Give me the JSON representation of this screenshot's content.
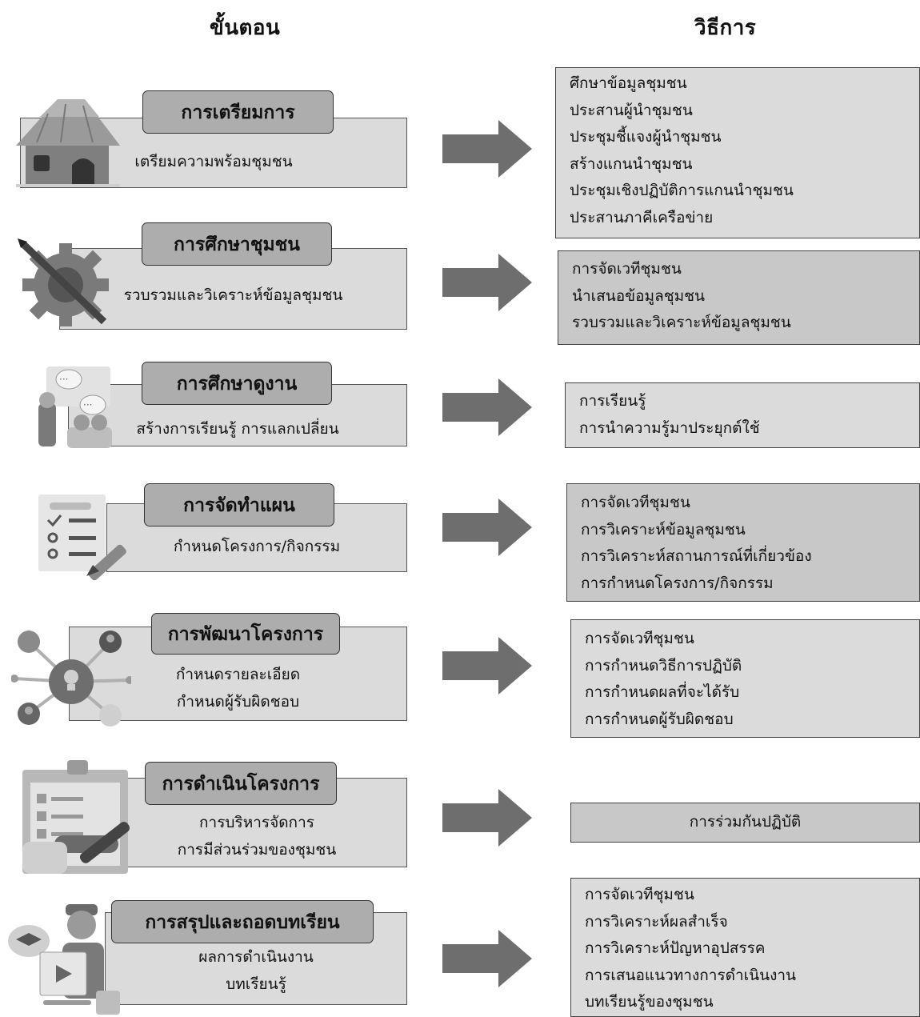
{
  "headers": {
    "steps": "ขั้นตอน",
    "methods": "วิธีการ"
  },
  "steps": [
    {
      "title": "การเตรียมการ",
      "desc": [
        "เตรียมความพร้อมชุมชน"
      ],
      "illustration": "village-hut-icon",
      "methods": [
        "ศึกษาข้อมูลชุมชน",
        "ประสานผู้นำชุมชน",
        "ประชุมชี้แจงผู้นำชุมชน",
        "สร้างแกนนำชุมชน",
        "ประชุมเชิงปฏิบัติการแกนนำชุมชน",
        "ประสานภาคีเครือข่าย"
      ]
    },
    {
      "title": "การศึกษาชุมชน",
      "desc": [
        "รวบรวมและวิเคราะห์ข้อมูลชุมชน"
      ],
      "illustration": "gear-pencil-icon",
      "methods": [
        "การจัดเวทีชุมชน",
        "นำเสนอข้อมูลชุมชน",
        "รวบรวมและวิเคราะห์ข้อมูลชุมชน"
      ]
    },
    {
      "title": "การศึกษาดูงาน",
      "desc": [
        "สร้างการเรียนรู้ การแลกเปลี่ยน"
      ],
      "illustration": "people-chat-icon",
      "methods": [
        "การเรียนรู้",
        "การนำความรู้มาประยุกต์ใช้"
      ]
    },
    {
      "title": "การจัดทำแผน",
      "desc": [
        "กำหนดโครงการ/กิจกรรม"
      ],
      "illustration": "checklist-pen-icon",
      "methods": [
        "การจัดเวทีชุมชน",
        "การวิเคราะห์ข้อมูลชุมชน",
        "การวิเคราะห์สถานการณ์ที่เกี่ยวข้อง",
        "การกำหนดโครงการ/กิจกรรม"
      ]
    },
    {
      "title": "การพัฒนาโครงการ",
      "desc": [
        "กำหนดรายละเอียด",
        "กำหนดผู้รับผิดชอบ"
      ],
      "illustration": "network-idea-icon",
      "methods": [
        "การจัดเวทีชุมชน",
        "การกำหนดวิธีการปฏิบัติ",
        "การกำหนดผลที่จะได้รับ",
        "การกำหนดผู้รับผิดชอบ"
      ]
    },
    {
      "title": "การดำเนินโครงการ",
      "desc": [
        "การบริหารจัดการ",
        "การมีส่วนร่วมของชุมชน"
      ],
      "illustration": "clipboard-hand-icon",
      "methods": [
        "การร่วมกันปฏิบัติ"
      ]
    },
    {
      "title": "การสรุปและถอดบทเรียน",
      "desc": [
        "ผลการดำเนินงาน",
        "บทเรียนรู้"
      ],
      "illustration": "elearning-person-icon",
      "methods": [
        "การจัดเวทีชุมชน",
        "การวิเคราะห์ผลสำเร็จ",
        "การวิเคราะห์ปัญหาอุปสรรค",
        "การเสนอแนวทางการดำเนินงาน",
        "บทเรียนรู้ของชุมชน"
      ]
    }
  ],
  "colors": {
    "box_fill": "#dcdbdb",
    "tag_fill": "#adadad",
    "method_light": "#dcdbdb",
    "method_dark": "#c9c8c8",
    "arrow": "#6e6e6e"
  }
}
